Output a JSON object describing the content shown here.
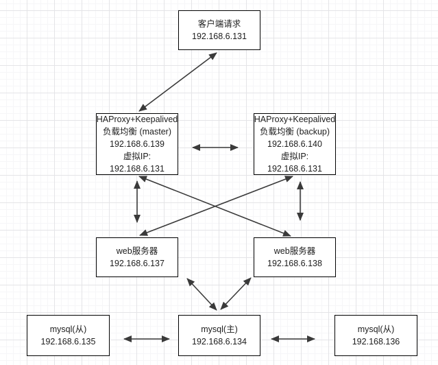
{
  "nodes": [
    {
      "id": "client-request",
      "lines": [
        "客户端请求",
        "192.168.6.131"
      ]
    },
    {
      "id": "haproxy-master",
      "lines": [
        "HAProxy+Keepalived",
        "负载均衡 (master)",
        "192.168.6.139",
        "虚拟IP:",
        "192.168.6.131"
      ]
    },
    {
      "id": "haproxy-backup",
      "lines": [
        "HAProxy+Keepalived",
        "负载均衡 (backup)",
        "192.168.6.140",
        "虚拟IP:",
        "192.168.6.131"
      ]
    },
    {
      "id": "web-server-1",
      "lines": [
        "web服务器",
        "192.168.6.137"
      ]
    },
    {
      "id": "web-server-2",
      "lines": [
        "web服务器",
        "192.168.6.138"
      ]
    },
    {
      "id": "mysql-slave-1",
      "lines": [
        "mysql(从)",
        "192.168.6.135"
      ]
    },
    {
      "id": "mysql-master",
      "lines": [
        "mysql(主)",
        "192.168.6.134"
      ]
    },
    {
      "id": "mysql-slave-2",
      "lines": [
        "mysql(从)",
        "192.168.136"
      ]
    }
  ],
  "edges": [
    {
      "from": "client-request",
      "to": "haproxy-master",
      "direction": "bidirectional"
    },
    {
      "from": "haproxy-master",
      "to": "haproxy-backup",
      "direction": "bidirectional"
    },
    {
      "from": "haproxy-master",
      "to": "web-server-1",
      "direction": "bidirectional"
    },
    {
      "from": "haproxy-backup",
      "to": "web-server-2",
      "direction": "bidirectional"
    },
    {
      "from": "haproxy-master",
      "to": "web-server-2",
      "direction": "bidirectional"
    },
    {
      "from": "haproxy-backup",
      "to": "web-server-1",
      "direction": "bidirectional"
    },
    {
      "from": "web-server-1",
      "to": "mysql-master",
      "direction": "bidirectional"
    },
    {
      "from": "web-server-2",
      "to": "mysql-master",
      "direction": "bidirectional"
    },
    {
      "from": "mysql-slave-1",
      "to": "mysql-master",
      "direction": "bidirectional"
    },
    {
      "from": "mysql-master",
      "to": "mysql-slave-2",
      "direction": "bidirectional"
    }
  ],
  "colors": {
    "background": "#ffffff",
    "grid_major": "#e4e4e7",
    "grid_minor": "#f6f6f8",
    "node_border": "#000000",
    "node_text": "#1c1c1c",
    "arrow": "#3a3a3a"
  }
}
